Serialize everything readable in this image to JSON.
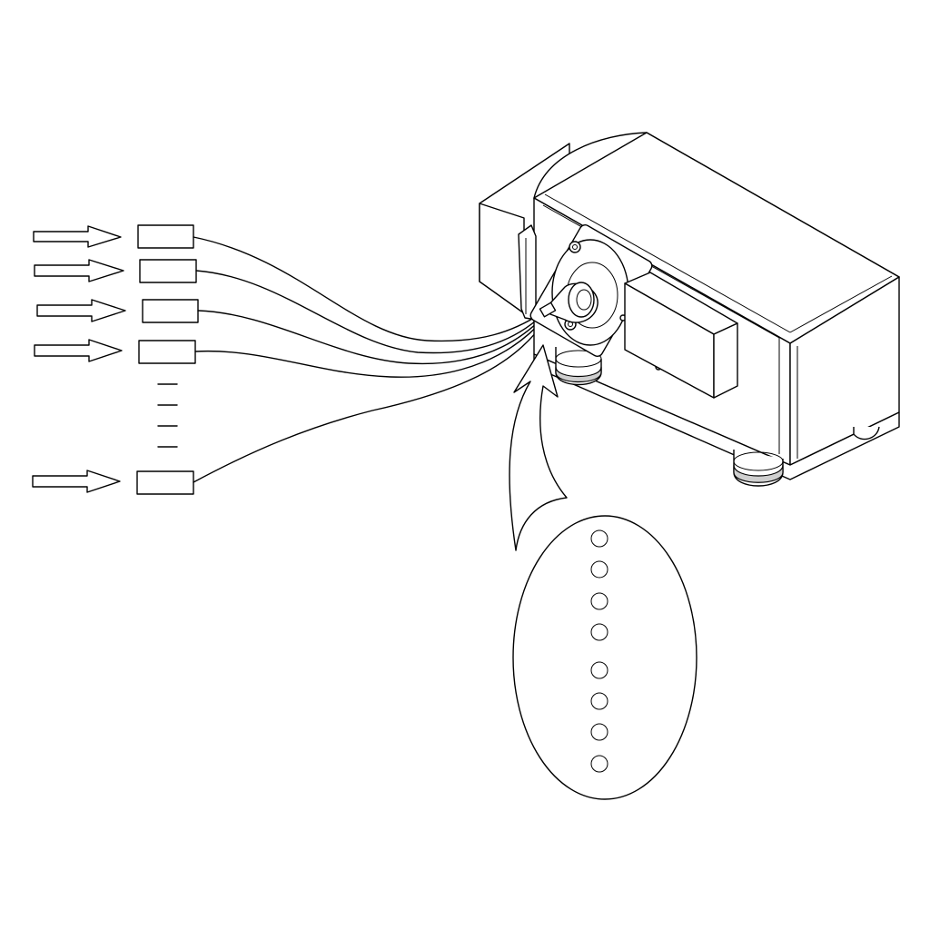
{
  "figure": {
    "inputs": [
      {
        "id": "input-1"
      },
      {
        "id": "input-2"
      },
      {
        "id": "input-3"
      },
      {
        "id": "input-4"
      },
      {
        "id": "input-n"
      }
    ],
    "continuation_dashes": 4,
    "bundle_end_holes": 8,
    "line_color": "#000000",
    "background": "#ffffff"
  }
}
